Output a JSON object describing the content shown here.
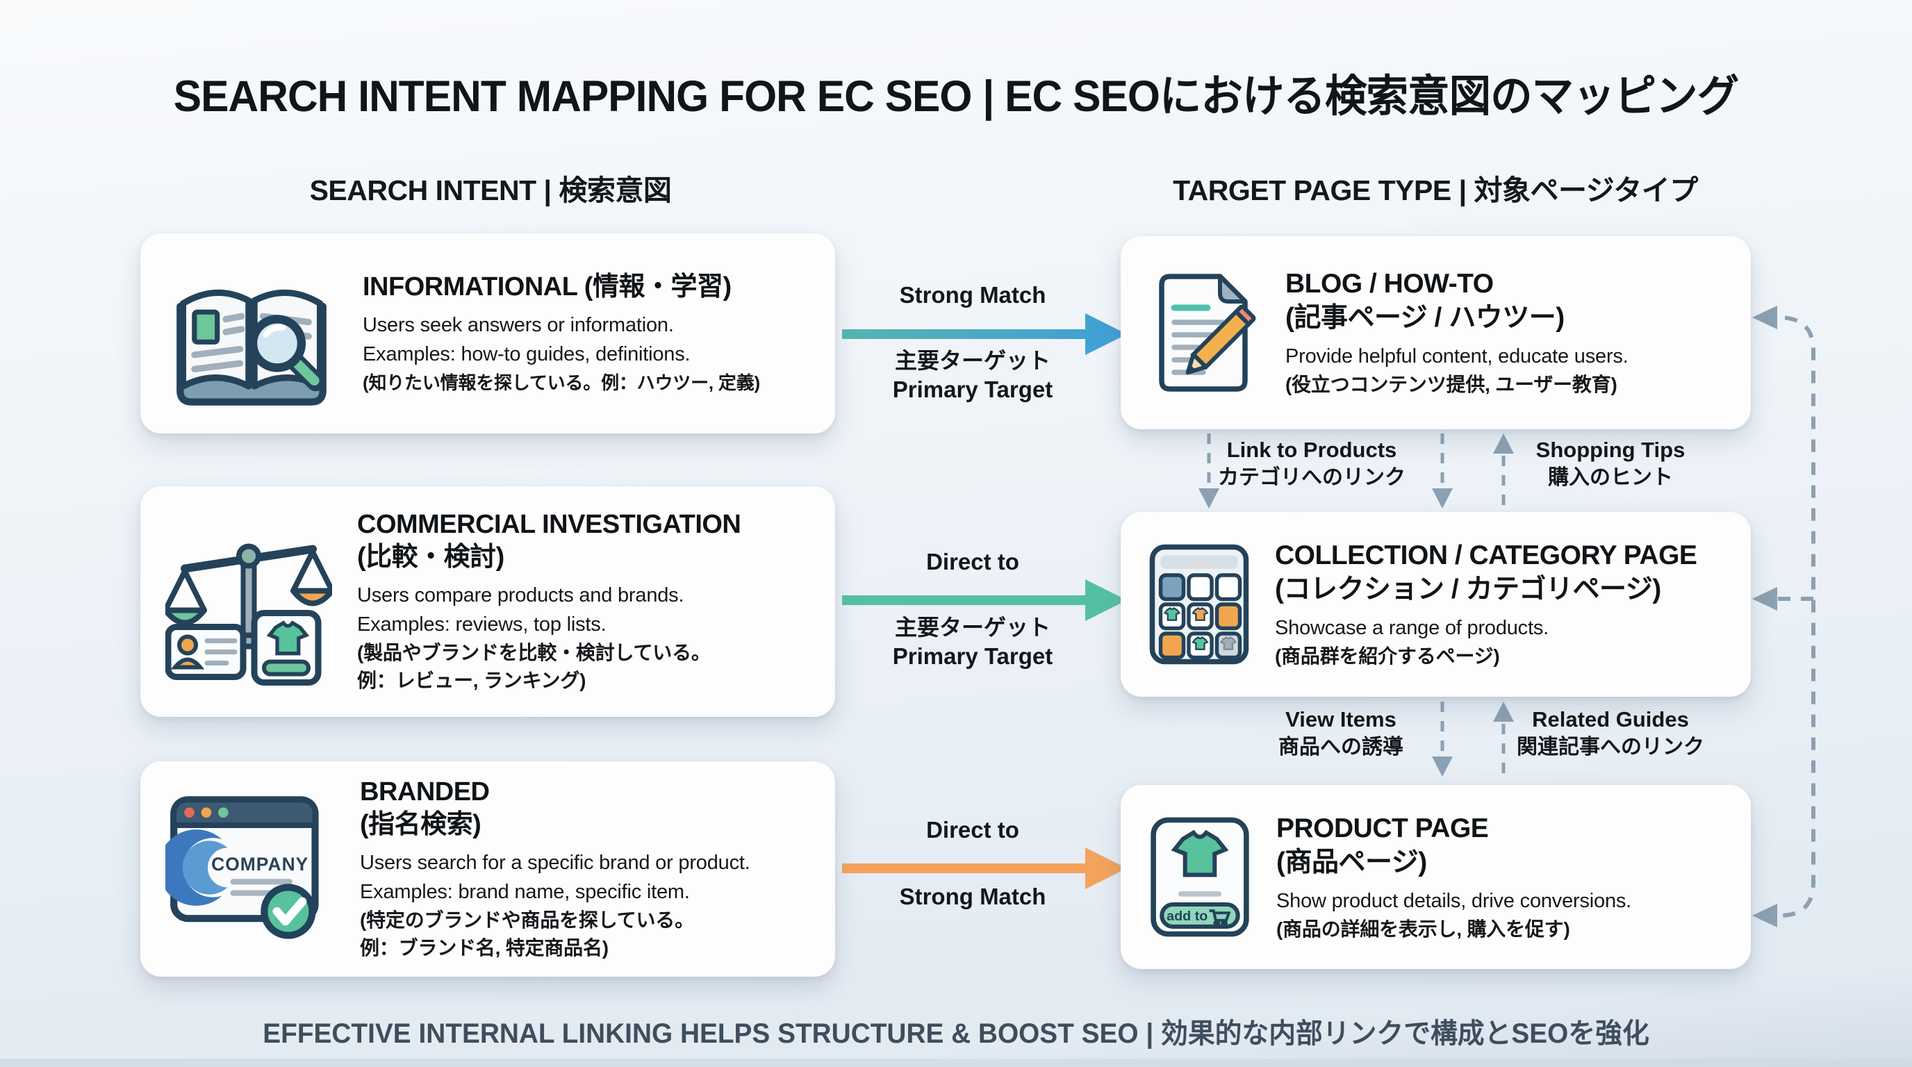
{
  "page": {
    "title": "SEARCH INTENT MAPPING FOR EC SEO | EC SEOにおける検索意図のマッピング",
    "footer": "EFFECTIVE INTERNAL LINKING HELPS STRUCTURE & BOOST SEO | 効果的な内部リンクで構成とSEOを強化"
  },
  "columns": {
    "left_header": "SEARCH INTENT | 検索意図",
    "right_header": "TARGET PAGE TYPE | 対象ページタイプ"
  },
  "intents": [
    {
      "icon": "open-book-magnifier-icon",
      "title": "INFORMATIONAL (情報・学習)",
      "lines": [
        "Users seek answers or information.",
        "Examples: how-to guides, definitions.",
        "(知りたい情報を探している。例：ハウツー, 定義)"
      ]
    },
    {
      "icon": "balance-scale-compare-icon",
      "title": "COMMERCIAL INVESTIGATION",
      "title2": "(比較・検討)",
      "lines": [
        "Users compare products and brands.",
        "Examples: reviews, top lists.",
        "(製品やブランドを比較・検討している。",
        "例：レビュー, ランキング)"
      ]
    },
    {
      "icon": "branded-site-check-icon",
      "browser_label": "COMPANY",
      "title": "BRANDED",
      "title2": "(指名検索)",
      "lines": [
        "Users search for a specific brand or product.",
        "Examples: brand name, specific item.",
        "(特定のブランドや商品を探している。",
        "例：ブランド名, 特定商品名)"
      ]
    }
  ],
  "pages": [
    {
      "icon": "article-pencil-icon",
      "title": "BLOG / HOW-TO",
      "title2": "(記事ページ / ハウツー)",
      "lines": [
        "Provide helpful content, educate users.",
        "(役立つコンテンツ提供, ユーザー教育)"
      ]
    },
    {
      "icon": "category-grid-icon",
      "title": "COLLECTION / CATEGORY PAGE",
      "title2": "(コレクション / カテゴリページ)",
      "lines": [
        "Showcase a range of products.",
        "(商品群を紹介するページ)"
      ]
    },
    {
      "icon": "product-card-cart-icon",
      "button_label": "add to",
      "title": "PRODUCT PAGE",
      "title2": "(商品ページ)",
      "lines": [
        "Show product details, drive conversions.",
        "(商品の詳細を表示し, 購入を促す)"
      ]
    }
  ],
  "flow_arrows": [
    {
      "name": "informational-to-blog",
      "label_top": "Strong Match",
      "label_mid_ja": "主要ターゲット",
      "label_bottom": "Primary Target",
      "style": "gradient-teal-to-blue"
    },
    {
      "name": "commercial-to-collection",
      "label_top": "Direct to",
      "label_mid_ja": "主要ターゲット",
      "label_bottom": "Primary Target",
      "style": "solid-green"
    },
    {
      "name": "branded-to-product",
      "label_top": "Direct to",
      "label_bottom": "Strong Match",
      "style": "solid-orange"
    }
  ],
  "internal_links": {
    "link_to_products": {
      "en": "Link to Products",
      "ja": "カテゴリへのリンク"
    },
    "shopping_tips": {
      "en": "Shopping Tips",
      "ja": "購入のヒント"
    },
    "view_items": {
      "en": "View Items",
      "ja": "商品への誘導"
    },
    "related_guides": {
      "en": "Related Guides",
      "ja": "関連記事へのリンク"
    }
  },
  "colors": {
    "background_top": "#f8fafc",
    "background_bottom": "#e2eaf2",
    "card": "#fdfdfe",
    "text_primary": "#15191d",
    "footer_text": "#3f4e5c",
    "arrow_informational_start": "#56b5b0",
    "arrow_informational_end": "#3f9fd8",
    "arrow_commercial": "#54c0a2",
    "arrow_branded": "#f4a35c",
    "dashed_link": "#8ba0b2",
    "navy_outline": "#24435a",
    "icon_green": "#6ec69b",
    "icon_orange": "#f0a54f"
  }
}
